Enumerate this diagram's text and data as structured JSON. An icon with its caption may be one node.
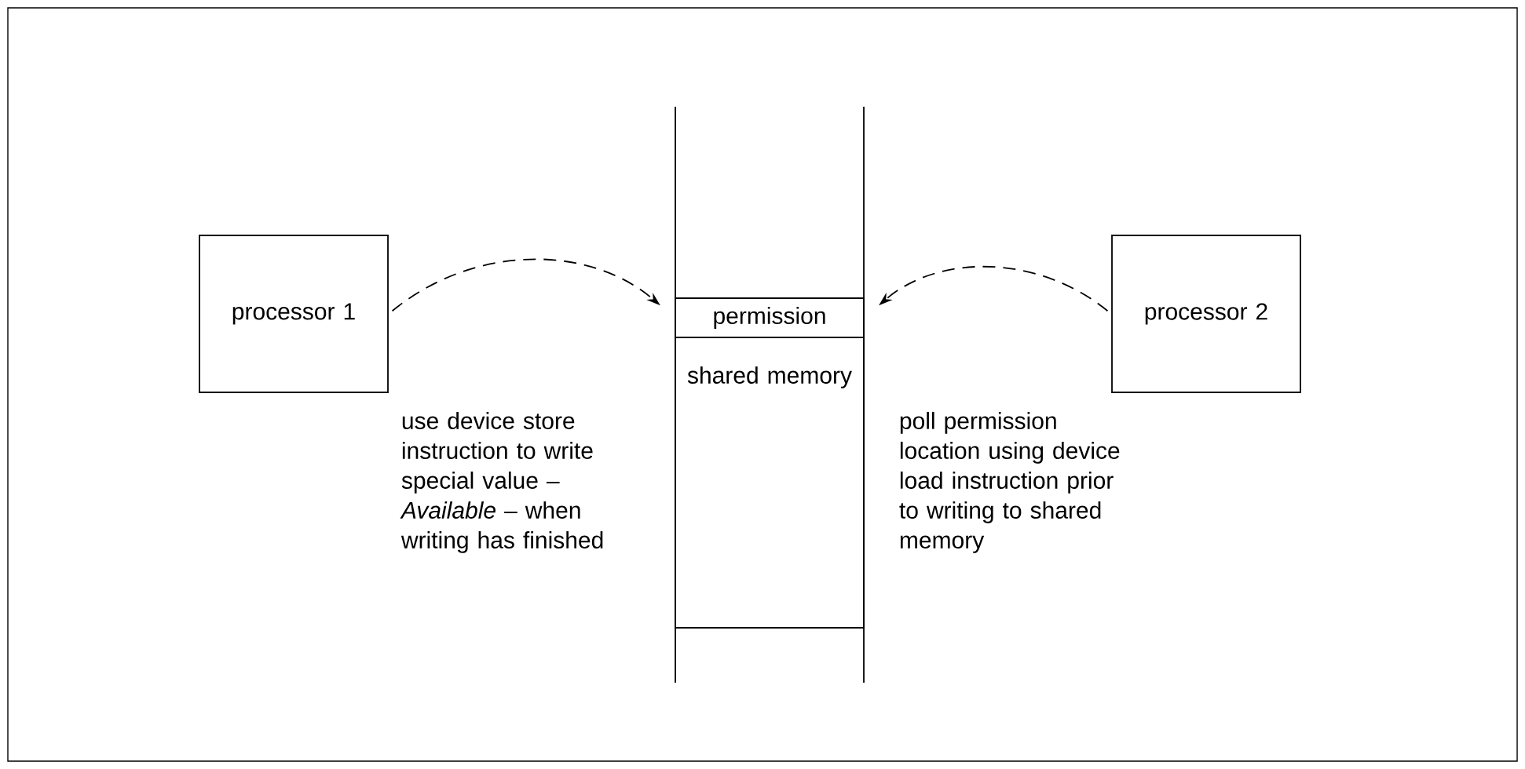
{
  "diagram": {
    "nodes": [
      {
        "text": [
          "processor 1"
        ]
      },
      {
        "text": [
          "permission"
        ]
      },
      {
        "text": [
          "shared memory"
        ]
      },
      {
        "text": [
          "processor 2"
        ]
      }
    ],
    "edges": [
      {
        "from": 0,
        "to": 1,
        "arrow": "to",
        "style": "dashed"
      },
      {
        "from": 3,
        "to": 1,
        "arrow": "to",
        "style": "dashed"
      }
    ],
    "labels": [
      "use device store instruction to write special value – *Available* – when writing has finished",
      "poll permission location using device load instruction prior to writing to shared memory"
    ]
  }
}
